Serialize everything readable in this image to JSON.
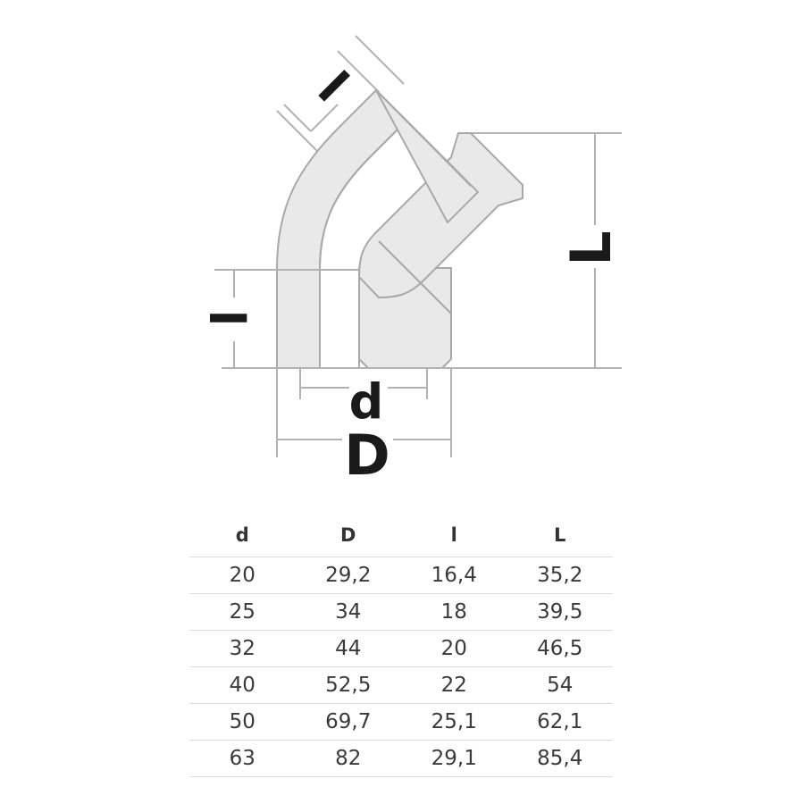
{
  "drawing": {
    "title": "45 degree elbow fitting cross-section drawing",
    "colors": {
      "body_fill": "#e9e9e9",
      "body_stroke": "#a9a9a9",
      "dimension_line": "#b0b0b0",
      "label_text": "#1a1a1a",
      "background": "#ffffff"
    },
    "labels": {
      "l_diagonal": "l",
      "l_vertical": "l",
      "L_right": "L",
      "d_bore": "d",
      "D_outer": "D"
    }
  },
  "table": {
    "headers": [
      "d",
      "D",
      "l",
      "L"
    ],
    "rows": [
      [
        "20",
        "29,2",
        "16,4",
        "35,2"
      ],
      [
        "25",
        "34",
        "18",
        "39,5"
      ],
      [
        "32",
        "44",
        "20",
        "46,5"
      ],
      [
        "40",
        "52,5",
        "22",
        "54"
      ],
      [
        "50",
        "69,7",
        "25,1",
        "62,1"
      ],
      [
        "63",
        "82",
        "29,1",
        "85,4"
      ]
    ]
  }
}
